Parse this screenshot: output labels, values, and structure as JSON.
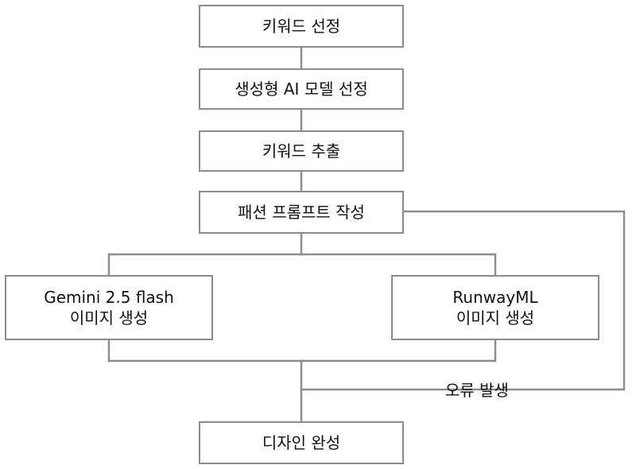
{
  "diagram": {
    "steps": [
      {
        "label": "키워드 선정"
      },
      {
        "label": "생성형 AI 모델 선정"
      },
      {
        "label": "키워드 추출"
      },
      {
        "label": "패션 프롬프트 작성"
      },
      {
        "label_line1": "Gemini 2.5 flash",
        "label_line2": "이미지 생성"
      },
      {
        "label_line1": "RunwayML",
        "label_line2": "이미지 생성"
      },
      {
        "label": "디자인 완성"
      }
    ],
    "error_label": "오류 발생",
    "line_color": "#8c8c8c"
  }
}
